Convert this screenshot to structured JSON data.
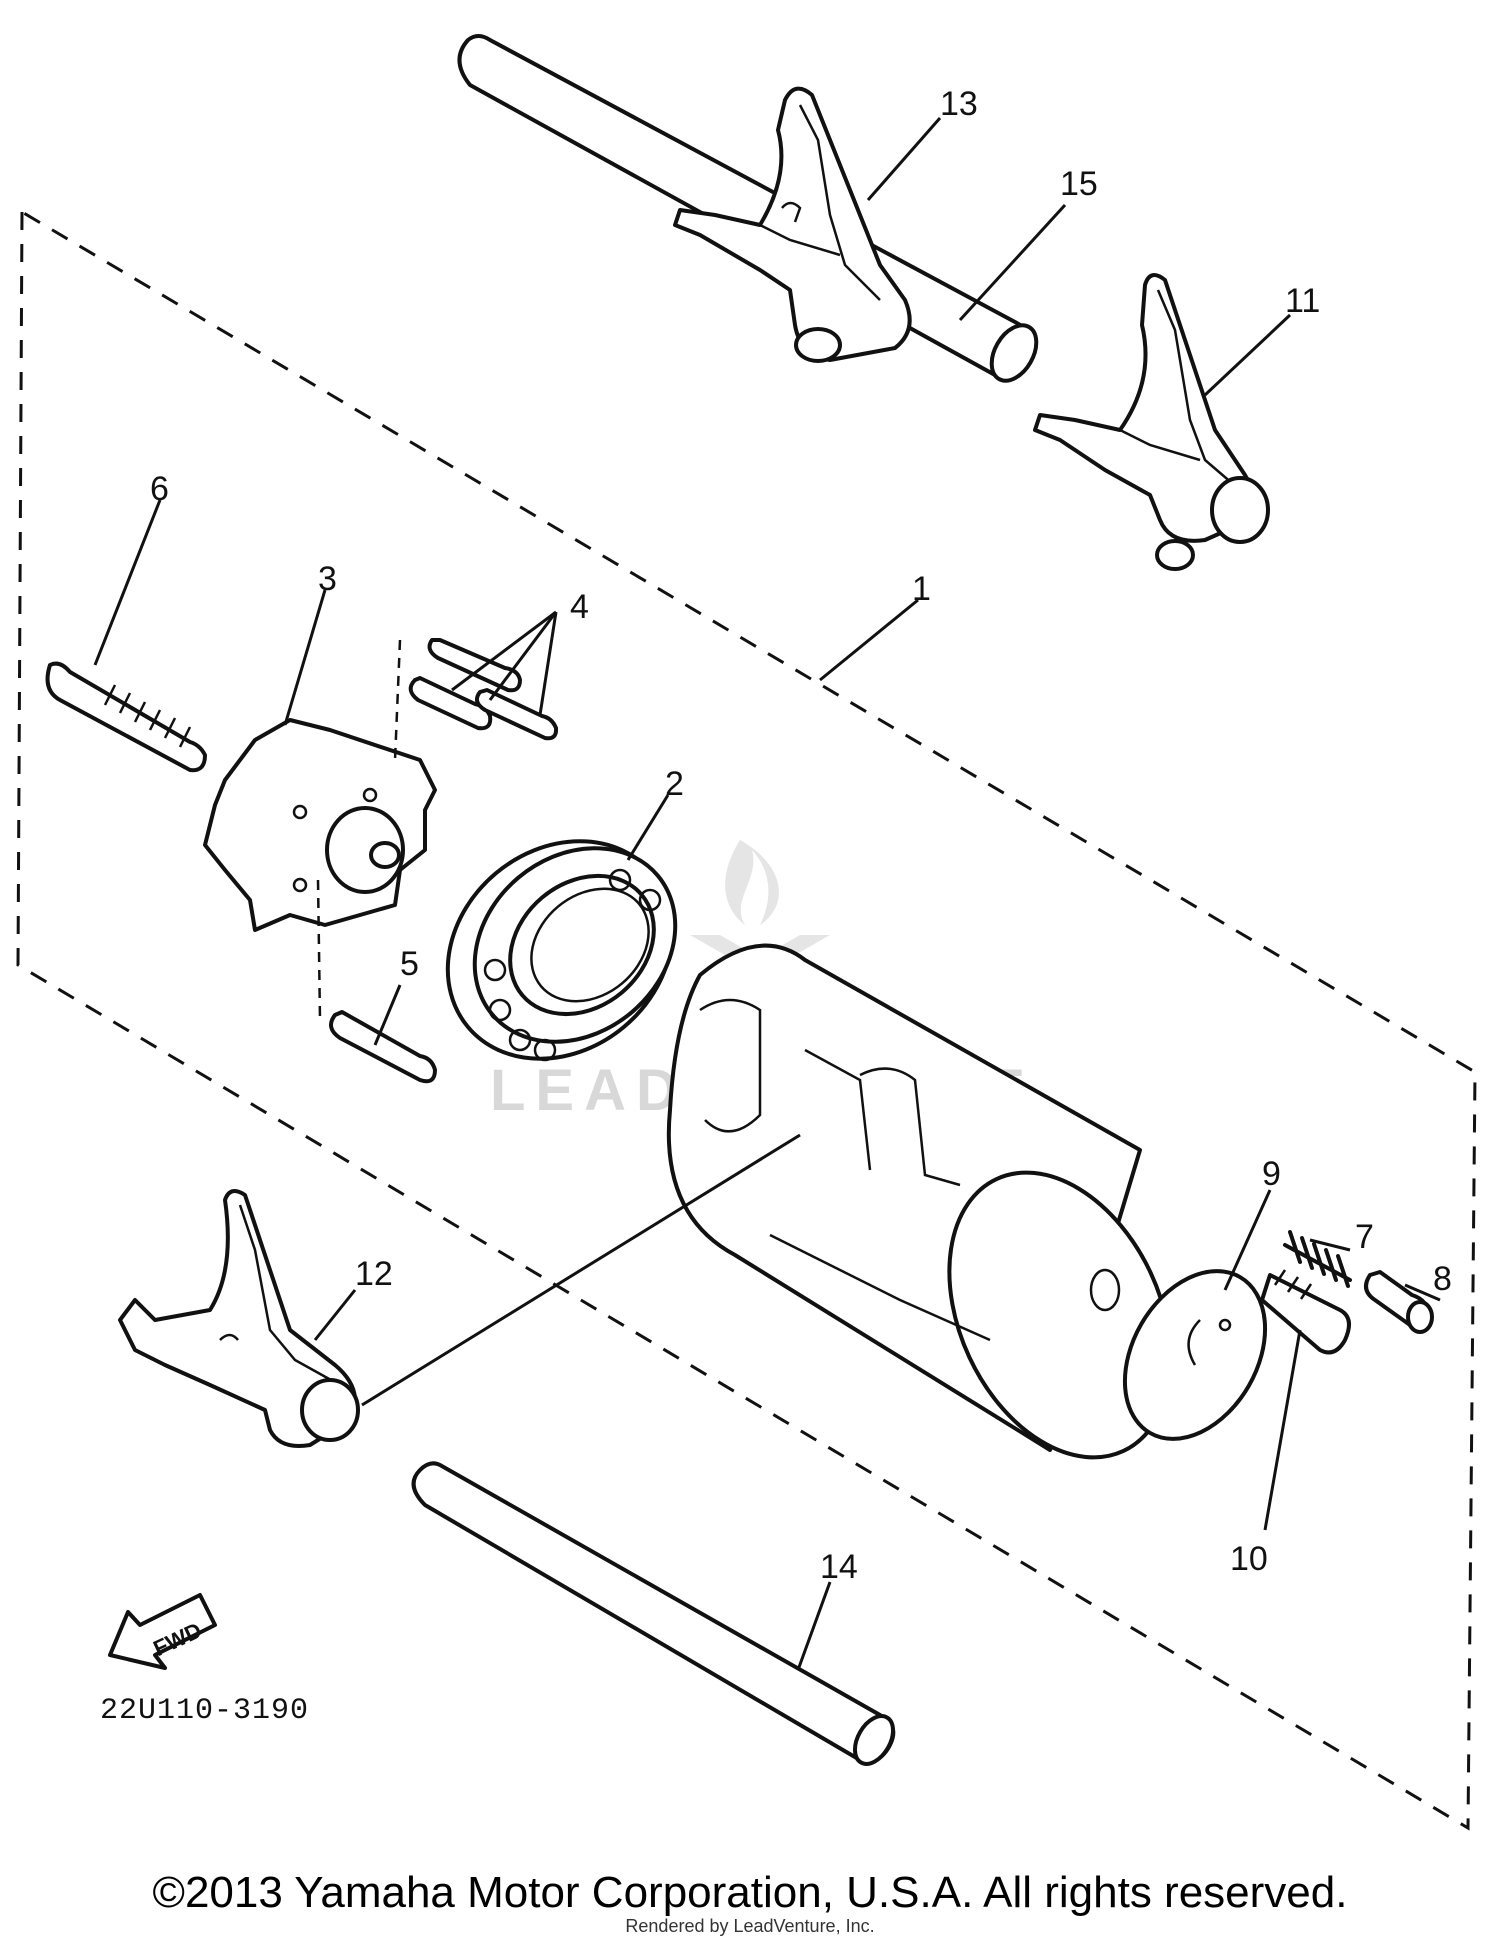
{
  "diagram": {
    "callouts": [
      "1",
      "2",
      "3",
      "4",
      "5",
      "6",
      "7",
      "8",
      "9",
      "10",
      "11",
      "12",
      "13",
      "14",
      "15"
    ],
    "diagram_code": "22U110-3190",
    "fwd_label": "FWD",
    "watermark": "LEADVENTURE"
  },
  "footer": {
    "copyright": "©2013 Yamaha Motor Corporation, U.S.A. All rights reserved.",
    "rendered_by": "Rendered by LeadVenture, Inc."
  }
}
